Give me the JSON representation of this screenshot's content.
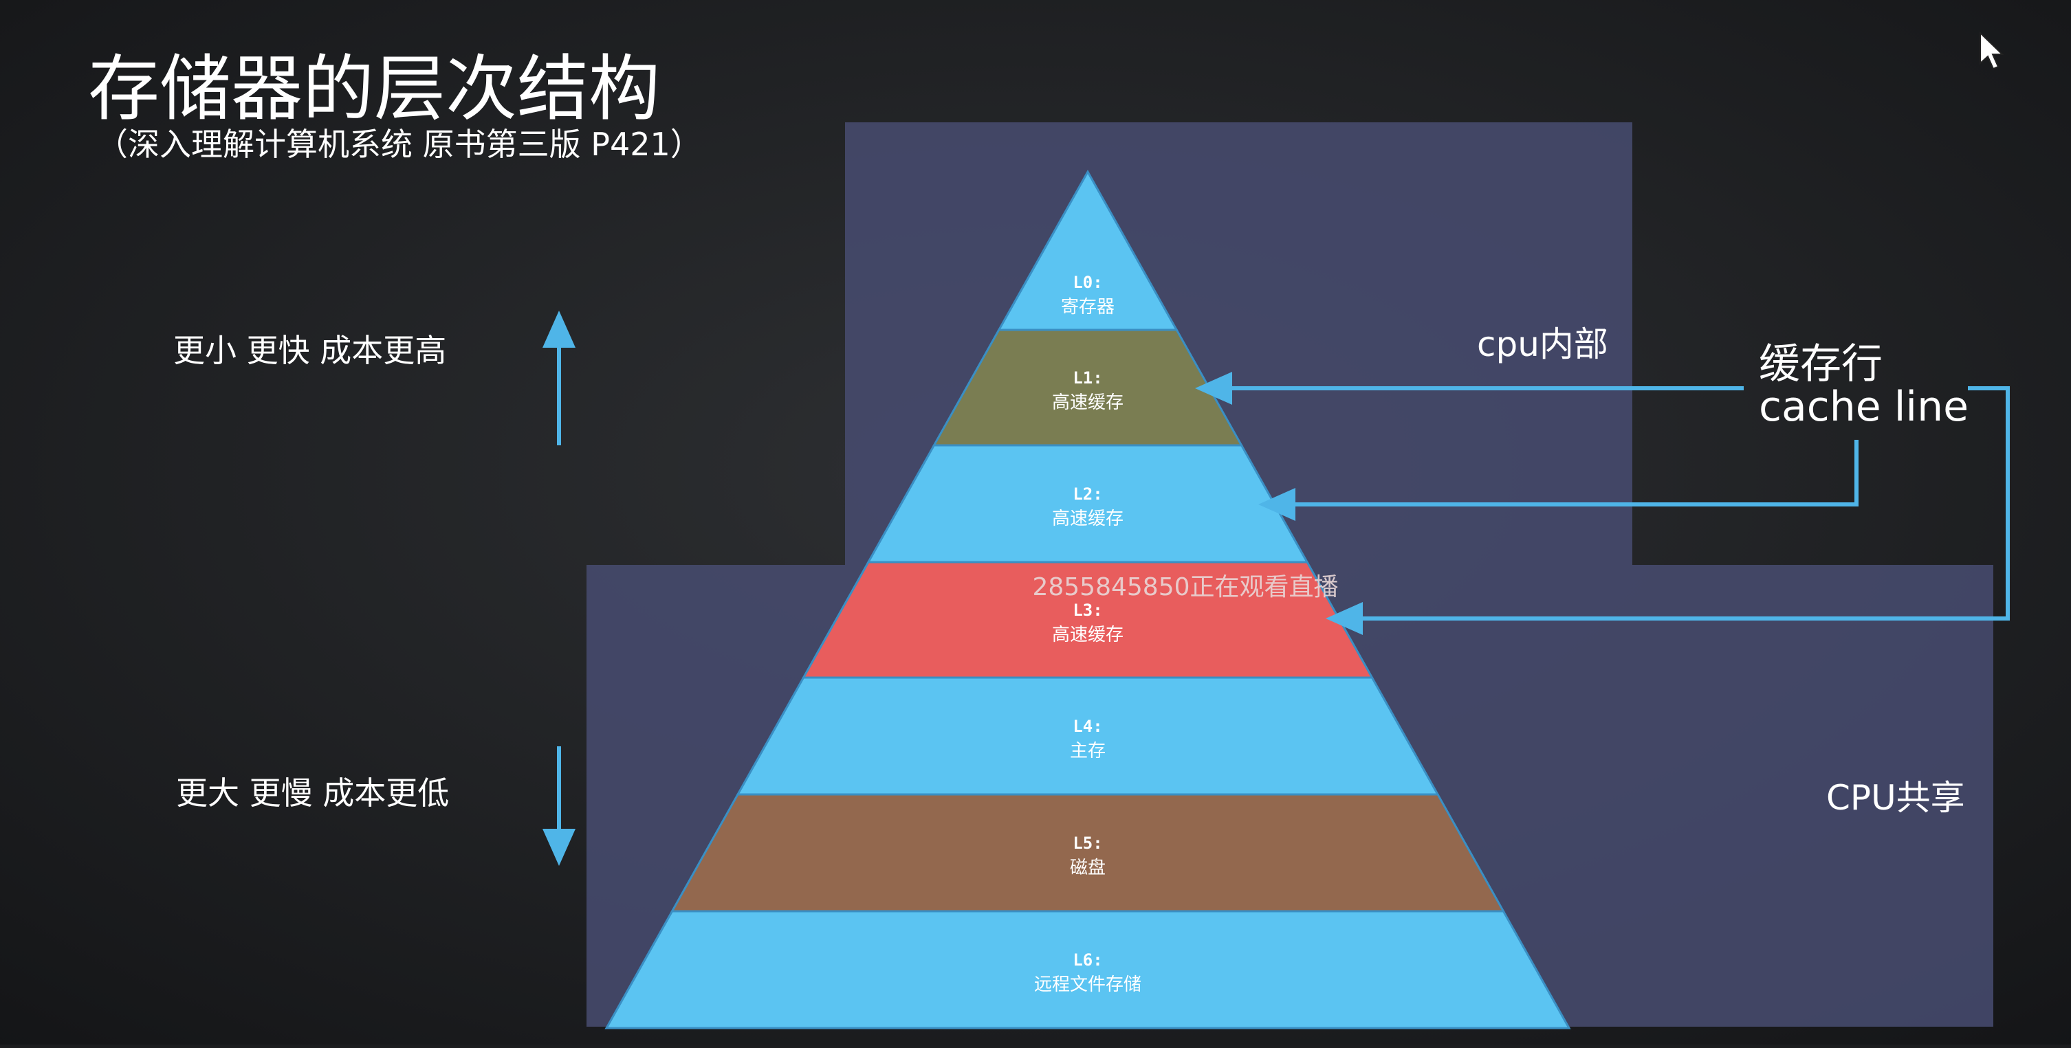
{
  "title": "存储器的层次结构",
  "subtitle": "（深入理解计算机系统 原书第三版 P421）",
  "top_label": "更小 更快 成本更高",
  "bottom_label": "更大 更慢 成本更低",
  "cpu_internal_label": "cpu内部",
  "cpu_shared_label": "CPU共享",
  "cache_line_label_cn": "缓存行",
  "cache_line_label_en": "cache line",
  "watermark": "2855845850正在观看直播",
  "levels": [
    {
      "code": "L0:",
      "name": "寄存器",
      "color": "#5bc4f2"
    },
    {
      "code": "L1:",
      "name": "高速缓存",
      "color": "#7a7d52"
    },
    {
      "code": "L2:",
      "name": "高速缓存",
      "color": "#5bc4f2"
    },
    {
      "code": "L3:",
      "name": "高速缓存",
      "color": "#e85d5d"
    },
    {
      "code": "L4:",
      "name": "主存",
      "color": "#5bc4f2"
    },
    {
      "code": "L5:",
      "name": "磁盘",
      "color": "#93684e"
    },
    {
      "code": "L6:",
      "name": "远程文件存储",
      "color": "#5bc4f2"
    }
  ],
  "colors": {
    "background": "#1c1d1f",
    "region": "#474b6e",
    "arrow": "#4fb5e8",
    "text": "#ffffff"
  }
}
